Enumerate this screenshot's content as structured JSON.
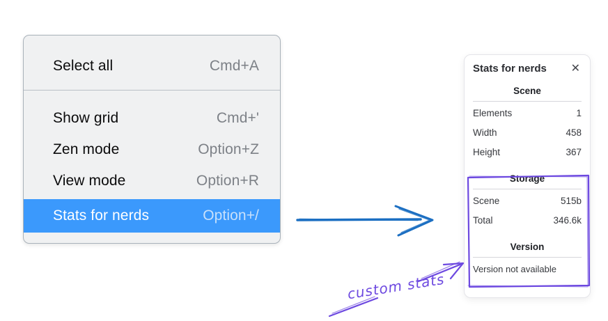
{
  "menu": {
    "items": [
      {
        "label": "Select all",
        "shortcut": "Cmd+A"
      },
      {
        "label": "Show grid",
        "shortcut": "Cmd+'"
      },
      {
        "label": "Zen mode",
        "shortcut": "Option+Z"
      },
      {
        "label": "View mode",
        "shortcut": "Option+R"
      },
      {
        "label": "Stats for nerds",
        "shortcut": "Option+/",
        "highlighted": true
      }
    ]
  },
  "stats_panel": {
    "title": "Stats for nerds",
    "close_glyph": "✕",
    "sections": {
      "scene": {
        "heading": "Scene",
        "rows": [
          {
            "label": "Elements",
            "value": "1"
          },
          {
            "label": "Width",
            "value": "458"
          },
          {
            "label": "Height",
            "value": "367"
          }
        ]
      },
      "storage": {
        "heading": "Storage",
        "rows": [
          {
            "label": "Scene",
            "value": "515b"
          },
          {
            "label": "Total",
            "value": "346.6k"
          }
        ]
      },
      "version": {
        "heading": "Version",
        "message": "Version not available"
      }
    }
  },
  "annotations": {
    "custom_stats_label": "custom stats"
  },
  "colors": {
    "menu_highlight": "#3b99fc",
    "arrow_blue": "#1c6fc2",
    "annotation_purple": "#6d49e0"
  }
}
